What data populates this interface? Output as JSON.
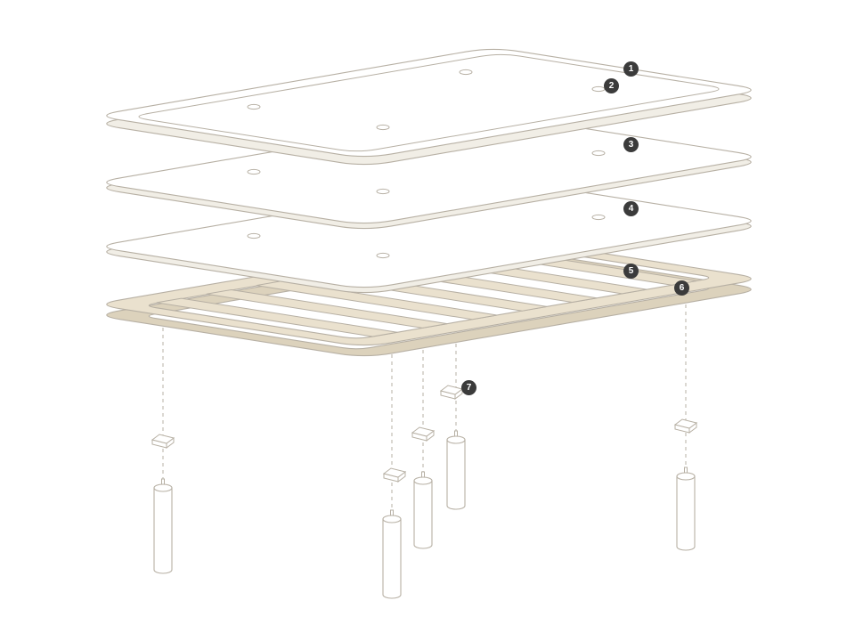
{
  "diagram": {
    "type": "exploded-assembly",
    "callouts": [
      {
        "label": "1"
      },
      {
        "label": "2"
      },
      {
        "label": "3"
      },
      {
        "label": "4"
      },
      {
        "label": "5"
      },
      {
        "label": "6"
      },
      {
        "label": "7"
      }
    ],
    "colors": {
      "background": "#ffffff",
      "outline": "#b7b0a4",
      "guide": "#b7b0a4",
      "frame_fill": "#eae1ce",
      "frame_side": "#dcd2bc",
      "layer_fill": "#ffffff",
      "layer_side": "#f1eee6",
      "badge": "#3b3b3b",
      "badge_text": "#ffffff"
    }
  }
}
